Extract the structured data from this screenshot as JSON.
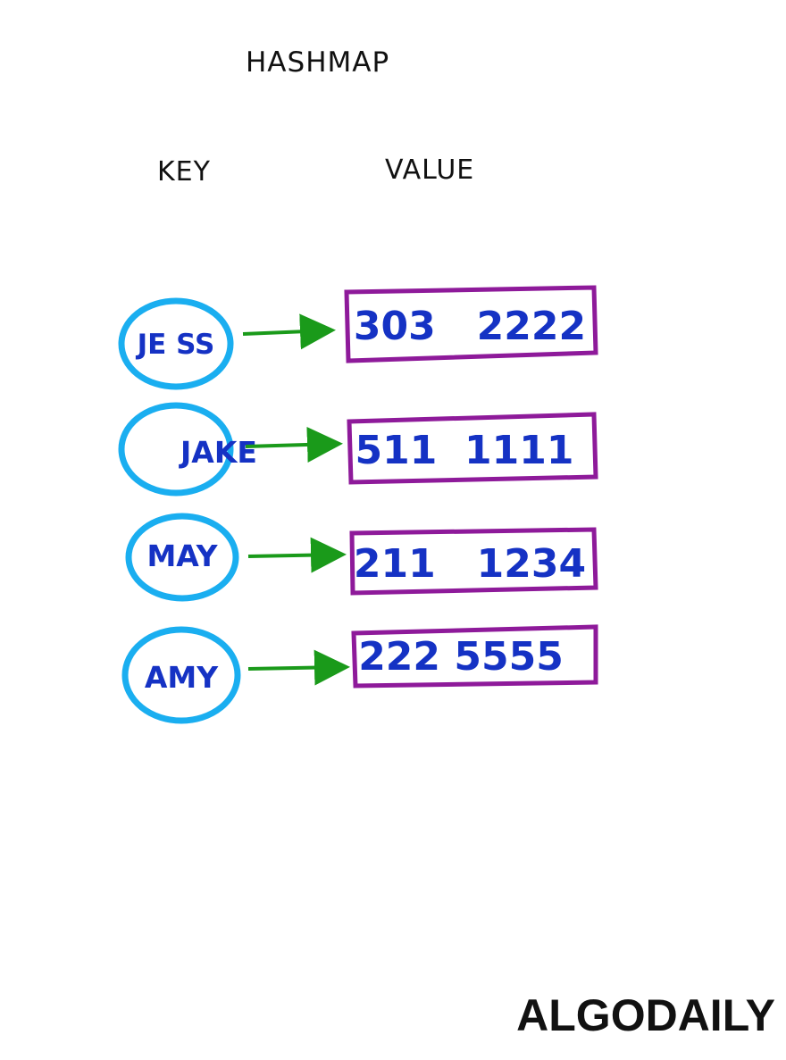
{
  "title": "HASHMAP",
  "headers": {
    "key": "KEY",
    "value": "VALUE"
  },
  "entries": [
    {
      "key": "JE SS",
      "value": "303   2222"
    },
    {
      "key": "JAKE",
      "value": "511  1111"
    },
    {
      "key": "MAY",
      "value": "211   1234"
    },
    {
      "key": "AMY",
      "value": "222 5555"
    }
  ],
  "brand": "ALGODAILY",
  "colors": {
    "circle": "#1aaef0",
    "box": "#8e1a9a",
    "arrow": "#1a9a1a",
    "text": "#1532c4"
  }
}
